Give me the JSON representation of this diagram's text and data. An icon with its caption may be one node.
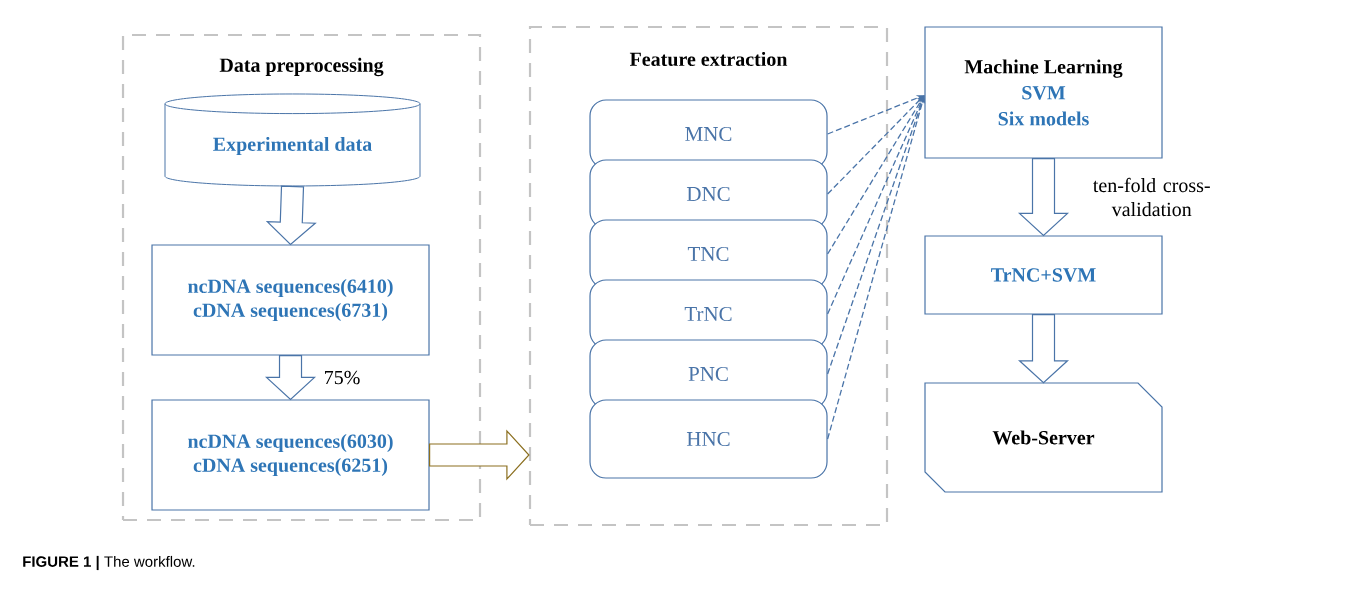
{
  "diagram": {
    "caption": "**FIGURE 1 |** The workflow.",
    "nodes": [
      {
        "text": [
          "Data preprocessing"
        ]
      },
      {
        "text": [
          "Experimental data"
        ],
        "in": 0
      },
      {
        "text": [
          "ncDNA sequences(6410)",
          "cDNA sequences(6731)"
        ],
        "in": 0
      },
      {
        "text": [
          "ncDNA sequences(6030)",
          "cDNA sequences(6251)"
        ],
        "in": 0
      },
      {
        "text": [
          "Feature extraction"
        ]
      },
      {
        "text": [
          "MNC"
        ],
        "in": 4
      },
      {
        "text": [
          "DNC"
        ],
        "in": 4
      },
      {
        "text": [
          "TNC"
        ],
        "in": 4
      },
      {
        "text": [
          "TrNC"
        ],
        "in": 4
      },
      {
        "text": [
          "PNC"
        ],
        "in": 4
      },
      {
        "text": [
          "HNC"
        ],
        "in": 4
      },
      {
        "text": [
          "Machine Learning",
          "SVM",
          "Six models"
        ]
      },
      {
        "text": [
          "TrNC+SVM"
        ]
      },
      {
        "text": [
          "Web-Server"
        ]
      }
    ],
    "edges": [
      {
        "from": 1,
        "to": 2,
        "arrow": "to"
      },
      {
        "from": 2,
        "to": 3,
        "arrow": "to",
        "label": "75%"
      },
      {
        "from": 3,
        "to": 4,
        "arrow": "to",
        "color": "#8b6f1f"
      },
      {
        "from": 5,
        "to": 11,
        "arrow": "to",
        "style": "dashed"
      },
      {
        "from": 6,
        "to": 11,
        "arrow": "to",
        "style": "dashed"
      },
      {
        "from": 7,
        "to": 11,
        "arrow": "to",
        "style": "dashed"
      },
      {
        "from": 8,
        "to": 11,
        "arrow": "to",
        "style": "dashed"
      },
      {
        "from": 9,
        "to": 11,
        "arrow": "to",
        "style": "dashed"
      },
      {
        "from": 10,
        "to": 11,
        "arrow": "to",
        "style": "dashed"
      },
      {
        "from": 11,
        "to": 12,
        "arrow": "to",
        "label": "ten-fold cross-validation"
      },
      {
        "from": 12,
        "to": 13,
        "arrow": "to"
      }
    ]
  }
}
